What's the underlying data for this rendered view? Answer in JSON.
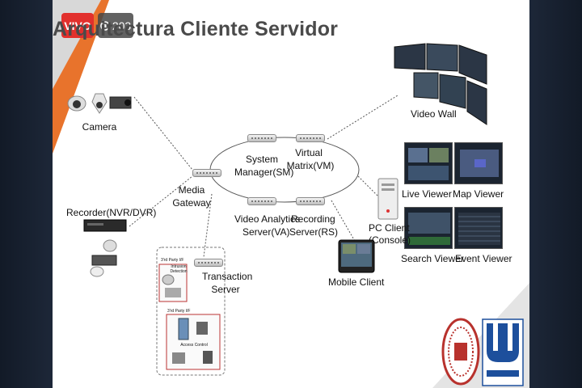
{
  "stream": {
    "live_label": "VIVO",
    "viewer_count": "203"
  },
  "slide": {
    "title": "Arquitectura Cliente Servidor",
    "nodes": {
      "camera": "Camera",
      "recorder": "Recorder(NVR/DVR)",
      "media_gateway_1": "Media",
      "media_gateway_2": "Gateway",
      "system_manager_1": "System",
      "system_manager_2": "Manager(SM)",
      "virtual_matrix_1": "Virtual",
      "virtual_matrix_2": "Matrix(VM)",
      "video_analytics_1": "Video Analytics",
      "video_analytics_2": "Server(VA)",
      "recording_server_1": "Recording",
      "recording_server_2": "Server(RS)",
      "transaction_server_1": "Transaction",
      "transaction_server_2": "Server",
      "video_wall": "Video Wall",
      "pc_client_1": "PC Client",
      "pc_client_2": "(Console)",
      "mobile_client": "Mobile Client",
      "live_viewer": "Live Viewer",
      "map_viewer": "Map Viewer",
      "search_viewer": "Search Viewer",
      "event_viewer": "Event Viewer"
    },
    "third_party": {
      "label_top": "3'rd Party I/F",
      "intrusion_1": "Intrusion",
      "intrusion_2": "Detection",
      "label_bottom": "3'rd Party I/F",
      "access_control": "Access Control"
    }
  },
  "colors": {
    "accent_orange": "#e8732c",
    "live_red": "#e2302d",
    "logo_blue": "#1d4f9c",
    "seal_red": "#b8322d"
  },
  "icons": [
    "eye-icon",
    "dome-camera-icon",
    "bullet-camera-icon",
    "server-icon",
    "monitor-icon",
    "tablet-icon",
    "university-seal-icon",
    "incibe-logo-icon"
  ]
}
